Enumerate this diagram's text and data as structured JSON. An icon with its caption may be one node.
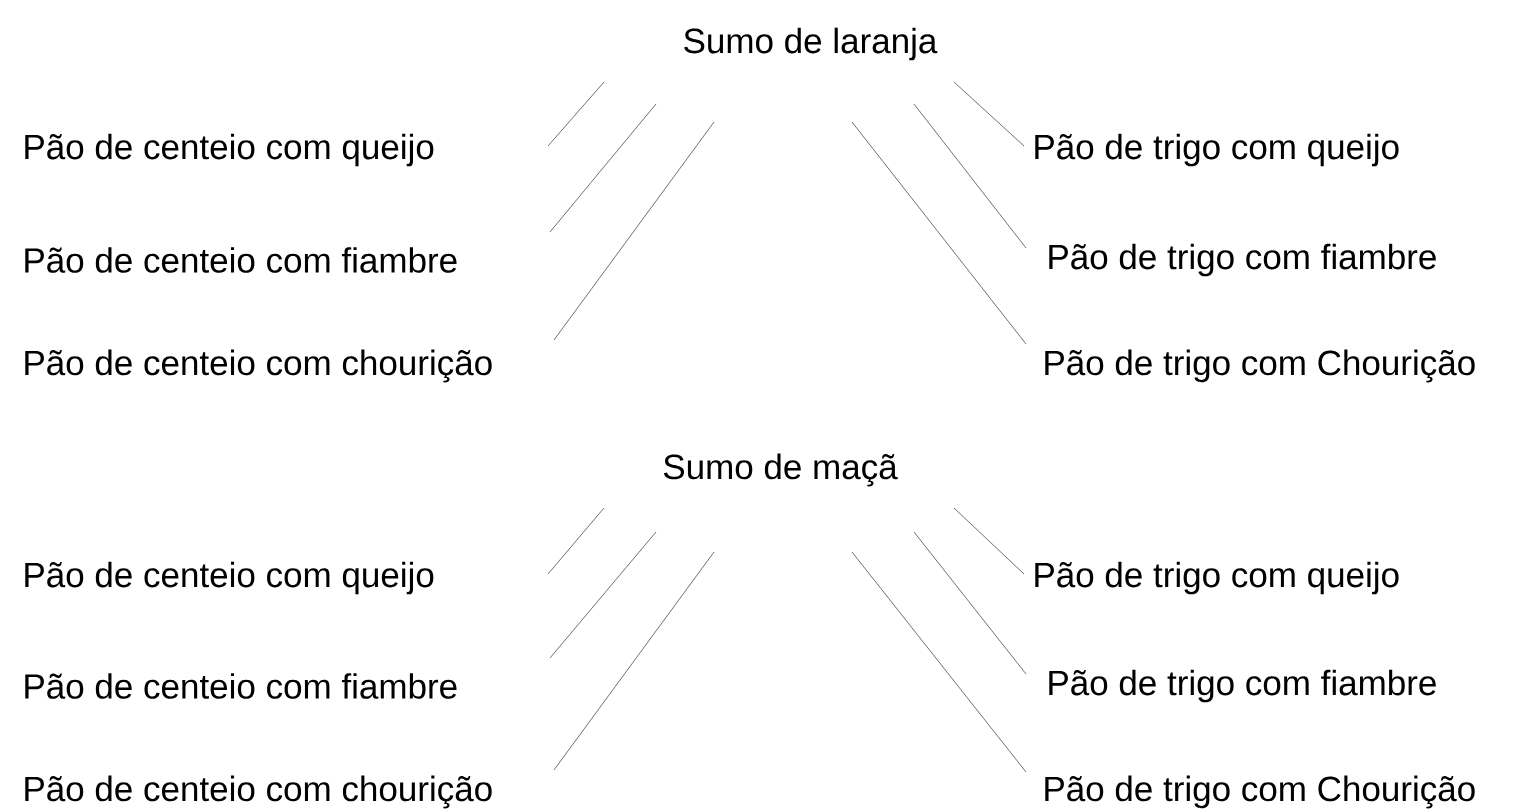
{
  "diagram": {
    "nodes": [
      {
        "text": [
          "Sumo de laranja"
        ]
      },
      {
        "text": [
          "Pão de centeio com queijo"
        ]
      },
      {
        "text": [
          "Pão de centeio com fiambre"
        ]
      },
      {
        "text": [
          "Pão de centeio com chourição"
        ]
      },
      {
        "text": [
          "Pão de trigo com queijo"
        ]
      },
      {
        "text": [
          "Pão de trigo com fiambre"
        ]
      },
      {
        "text": [
          "Pão de trigo com Chourição"
        ]
      },
      {
        "text": [
          "Sumo de maçã"
        ]
      },
      {
        "text": [
          "Pão de centeio com queijo"
        ]
      },
      {
        "text": [
          "Pão de centeio com fiambre"
        ]
      },
      {
        "text": [
          "Pão de centeio com chourição"
        ]
      },
      {
        "text": [
          "Pão de trigo com queijo"
        ]
      },
      {
        "text": [
          "Pão de trigo com fiambre"
        ]
      },
      {
        "text": [
          "Pão de trigo com Chourição"
        ]
      }
    ],
    "edges": [
      {
        "from": 0,
        "to": 1,
        "arrow": "none"
      },
      {
        "from": 0,
        "to": 2,
        "arrow": "none"
      },
      {
        "from": 0,
        "to": 3,
        "arrow": "none"
      },
      {
        "from": 0,
        "to": 4,
        "arrow": "none"
      },
      {
        "from": 0,
        "to": 5,
        "arrow": "none"
      },
      {
        "from": 0,
        "to": 6,
        "arrow": "none"
      },
      {
        "from": 7,
        "to": 8,
        "arrow": "none"
      },
      {
        "from": 7,
        "to": 9,
        "arrow": "none"
      },
      {
        "from": 7,
        "to": 10,
        "arrow": "none"
      },
      {
        "from": 7,
        "to": 11,
        "arrow": "none"
      },
      {
        "from": 7,
        "to": 12,
        "arrow": "none"
      },
      {
        "from": 7,
        "to": 13,
        "arrow": "none"
      }
    ]
  }
}
